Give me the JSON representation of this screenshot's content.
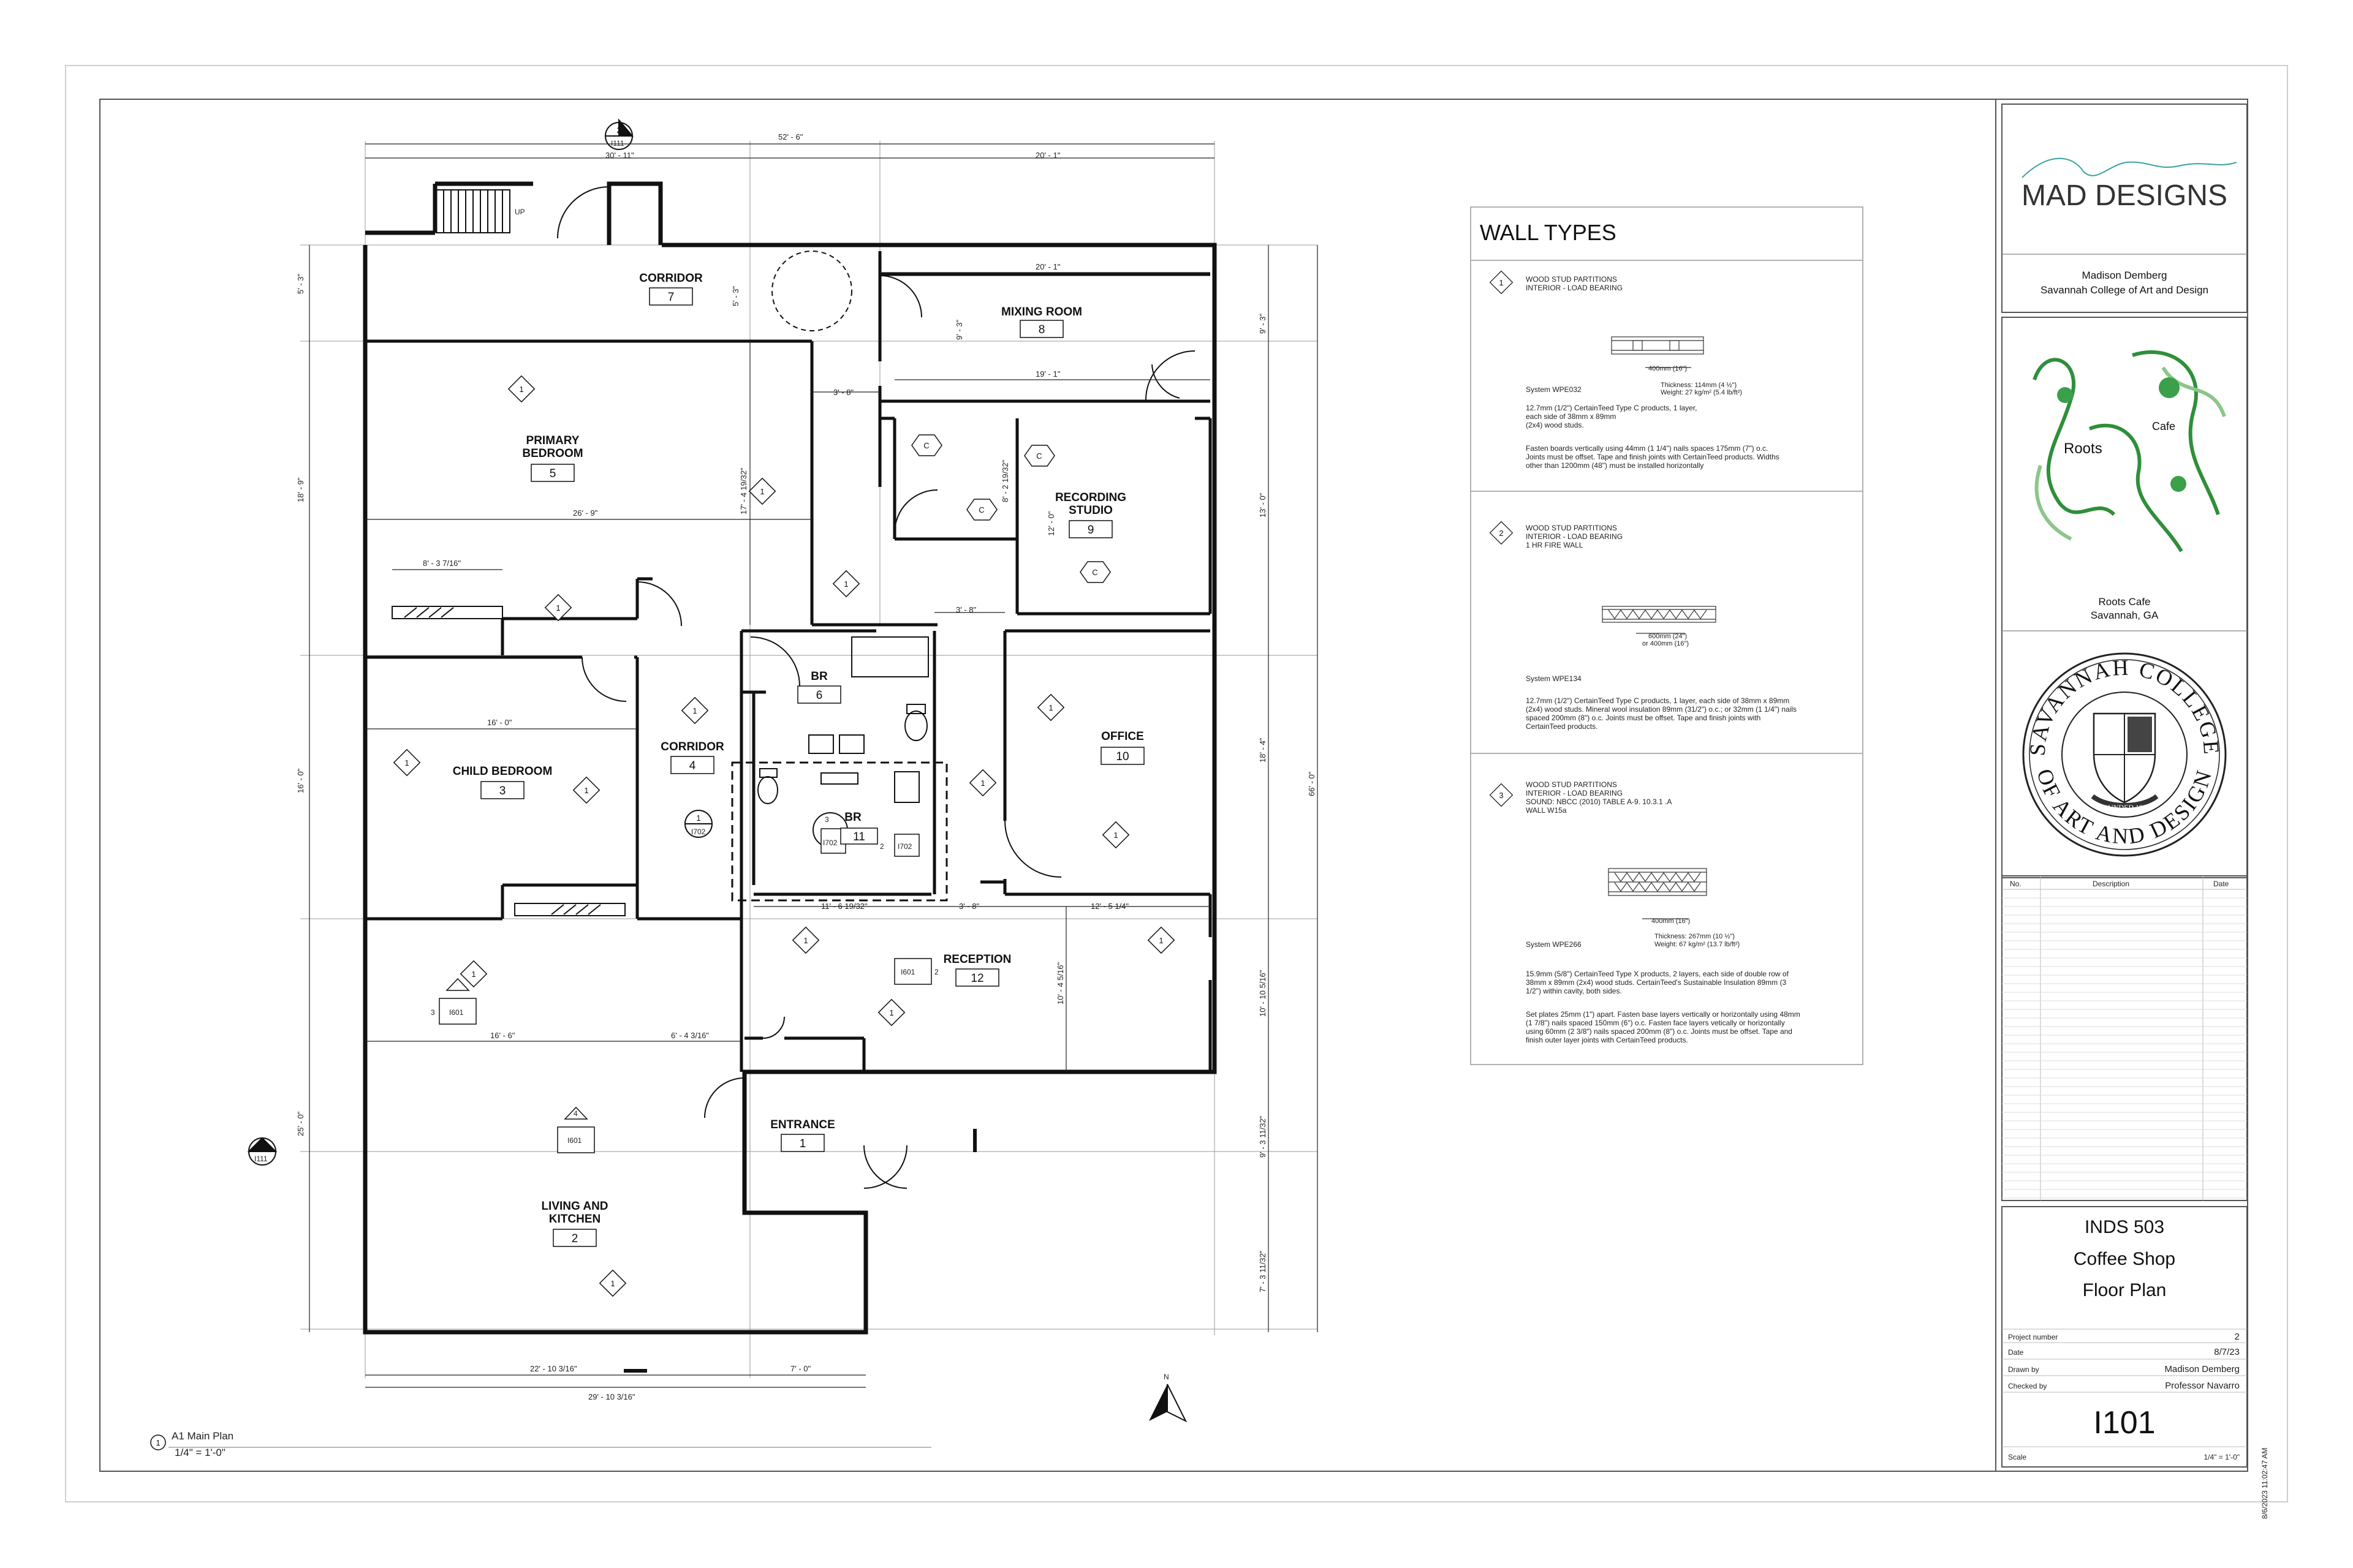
{
  "north_label": "N",
  "plan": {
    "section_top": {
      "num": "2",
      "ref": "I111"
    },
    "section_left": {
      "num": "1",
      "ref": "I111"
    },
    "dims": {
      "top_overall": "52' - 6\"",
      "top_left": "30' - 11\"",
      "top_right": "20' - 1\"",
      "mixing_width": "20' - 1\"",
      "mixing_inner": "19' - 1\"",
      "corridor_h": "5' - 3\"",
      "left_top": "5' - 3\"",
      "left_primary": "18' - 9\"",
      "left_child": "16' - 0\"",
      "left_living": "25' - 0\"",
      "right_mixing": "9' - 3\"",
      "right_recording": "13' - 0\"",
      "right_office": "18' - 4\"",
      "right_reception": "10' - 10 5/16\"",
      "right_entrance": "9' - 3 11/32\"",
      "right_bottom": "7' - 3 11/32\"",
      "right_overall": "66' - 0\"",
      "primary_w": "26' - 9\"",
      "primary_h": "17' - 4 19/32\"",
      "closet_w": "8' - 3 7/16\"",
      "child_w": "16' - 0\"",
      "living_w": "16' - 6\"",
      "corridor_gap": "6' - 4 3/16\"",
      "mix_gap": "3' - 8\"",
      "rec_gap": "3' - 8\"",
      "br_gap": "3' - 8\"",
      "rec_h1": "9' - 3\"",
      "rec_h2": "8' - 2 19/32\"",
      "rec_h3": "12' - 0\"",
      "bath_w": "11' - 6 19/32\"",
      "reception_w": "12' - 5 1/4\"",
      "reception_h": "10' - 4 5/16\"",
      "bottom_left": "22' - 10 3/16\"",
      "bottom_right": "7' - 0\"",
      "bottom_overall": "29' - 10 3/16\""
    },
    "rooms": [
      {
        "name": "CORRIDOR",
        "num": "7"
      },
      {
        "name": "MIXING ROOM",
        "num": "8"
      },
      {
        "name": "PRIMARY",
        "name2": "BEDROOM",
        "num": "5"
      },
      {
        "name": "RECORDING",
        "name2": "STUDIO",
        "num": "9"
      },
      {
        "name": "BR",
        "num": "6"
      },
      {
        "name": "OFFICE",
        "num": "10"
      },
      {
        "name": "CHILD BEDROOM",
        "num": "3"
      },
      {
        "name": "CORRIDOR",
        "num": "4"
      },
      {
        "name": "BR",
        "num": "11"
      },
      {
        "name": "RECEPTION",
        "num": "12"
      },
      {
        "name": "ENTRANCE",
        "num": "1"
      },
      {
        "name": "LIVING AND",
        "name2": "KITCHEN",
        "num": "2"
      }
    ],
    "tags": {
      "wall1": "1",
      "wall4": "4",
      "c": "C",
      "up": "UP",
      "i601": "I601",
      "i702": "I702",
      "three": "3",
      "two": "2"
    },
    "view_title": "A1 Main Plan",
    "view_num": "1",
    "view_scale": "1/4\" = 1'-0\""
  },
  "wall_types": {
    "title": "WALL TYPES",
    "items": [
      {
        "num": "1",
        "lines": [
          "WOOD STUD PARTITIONS",
          "INTERIOR - LOAD BEARING"
        ],
        "spacing": "400mm (16\")",
        "thickness": "Thickness: 114mm (4 ½\")",
        "weight": "Weight: 27 kg/m² (5.4 lb/ft²)",
        "system": "System WPE032",
        "desc": [
          "12.7mm (1/2\") CertainTeed Type C products, 1 layer,",
          "each side of 38mm x 89mm",
          "(2x4) wood studs.",
          "",
          "Fasten boards vertically using 44mm (1 1/4\") nails spaces 175mm (7\") o.c.",
          "Joints must be offset. Tape and finish joints with CertainTeed products. Widths",
          "other than 1200mm (48\") must be installed horizontally"
        ]
      },
      {
        "num": "2",
        "lines": [
          "WOOD STUD PARTITIONS",
          "INTERIOR - LOAD BEARING",
          "1 HR FIRE WALL"
        ],
        "spacing": "600mm (24\")",
        "spacing2": "or 400mm (16\")",
        "system": "System WPE134",
        "desc": [
          "12.7mm (1/2\") CertainTeed Type C products, 1 layer, each side of 38mm x 89mm",
          "(2x4) wood studs. Mineral wool insulation 89mm (31/2\") o.c.; or 32mm (1 1/4\") nails",
          "spaced 200mm (8\") o.c. Joints must be offset. Tape and finish joints with",
          "CertainTeed products."
        ]
      },
      {
        "num": "3",
        "lines": [
          "WOOD STUD PARTITIONS",
          "INTERIOR - LOAD BEARING",
          "SOUND: NBCC (2010) TABLE A-9. 10.3.1 .A",
          "WALL W15a"
        ],
        "spacing": "400mm (16\")",
        "thickness": "Thickness: 267mm (10 ½\")",
        "weight": "Weight: 67 kg/m² (13.7 lb/ft²)",
        "system": "System WPE266",
        "desc": [
          "15.9mm (5/8\") CertainTeed Type X products, 2 layers, each side of double row of",
          "38mm x 89mm (2x4) wood studs. CertainTeed's Sustainable Insulation 89mm (3",
          "1/2\") within cavity, both sides.",
          "",
          "Set plates 25mm (1\") apart. Fasten base layers vertically or horizontally using 48mm",
          "(1 7/8\") nails spaced 150mm (6\") o.c. Fasten face layers vetically or horizontally",
          "using 60mm (2 3/8\") nails spaced 200mm (8\") o.c. Joints must be offset. Tape and",
          "finish outer layer joints with CertainTeed products."
        ]
      }
    ]
  },
  "title_block": {
    "logo_text": "MAD DESIGNS",
    "designer": "Madison Demberg",
    "school": "Savannah College of Art and Design",
    "cafe_logo_roots": "Roots",
    "cafe_logo_cafe": "Cafe",
    "client_name": "Roots Cafe",
    "client_location": "Savannah, GA",
    "seal_top": "SAVANNAH COLLEGE",
    "seal_bottom": "OF ART AND DESIGN",
    "seal_founded": "FOUNDED 1978",
    "rev_headers": {
      "no": "No.",
      "desc": "Description",
      "date": "Date"
    },
    "course": "INDS 503",
    "project": "Coffee Shop",
    "sheet_name": "Floor Plan",
    "rows": [
      {
        "label": "Project number",
        "value": "2"
      },
      {
        "label": "Date",
        "value": "8/7/23"
      },
      {
        "label": "Drawn by",
        "value": "Madison Demberg"
      },
      {
        "label": "Checked by",
        "value": "Professor Navarro"
      }
    ],
    "sheet_number": "I101",
    "scale_label": "Scale",
    "scale_value": "1/4\" = 1'-0\"",
    "timestamp": "8/6/2023 11:02:47 AM"
  },
  "colors": {
    "line": "#111111",
    "grid": "#9a9a9a",
    "green": "#2f8f3a",
    "light": "#8cc68a"
  }
}
